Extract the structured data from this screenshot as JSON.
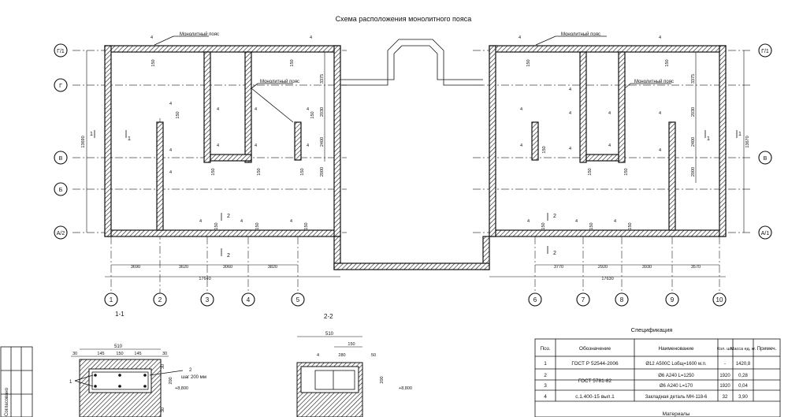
{
  "title": "Схема расположения монолитного пояса",
  "belt_label": "Монолитный пояс",
  "section_1_1": "1-1",
  "section_2_2": "2-2",
  "section_cut_1": "1",
  "section_cut_2": "2",
  "axes_rows_left": [
    "Г/1",
    "Г",
    "В",
    "Б",
    "А/2"
  ],
  "axes_rows_right": [
    "Г/1",
    "В",
    "А/1"
  ],
  "axes_cols_left": [
    "1",
    "2",
    "3",
    "4",
    "5"
  ],
  "axes_cols_right": [
    "6",
    "7",
    "8",
    "9",
    "10"
  ],
  "dims": {
    "left_spans": [
      "3690",
      "3620",
      "3060",
      "3820"
    ],
    "left_total": "17640",
    "right_spans": [
      "3770",
      "2920",
      "3930",
      "3570"
    ],
    "right_total": "17630",
    "left_height": "13690",
    "right_height": "13670",
    "v_3375": "3375",
    "v_2030": "2030",
    "v_2400": "2400",
    "v_2000": "2000",
    "w150": "150",
    "n4": "4",
    "sec_width": "510",
    "sec_parts": [
      "30",
      "145",
      "150",
      "145",
      "30"
    ],
    "sec_h200": "200",
    "sec_h30": "30",
    "sec_2": "2",
    "sec_step": "шаг 200 мм",
    "sec_1": "1",
    "sec_mark": "+8,800",
    "sec2_150": "150",
    "sec2_50": "50",
    "sec2_280": "280",
    "sec2_4": "4"
  },
  "spec": {
    "title": "Спецификация",
    "headers": [
      "Поз.",
      "Обозначение",
      "Наименование",
      "Кол. шт.",
      "Масса ед. кг.",
      "Примеч."
    ],
    "rows": [
      [
        "1",
        "ГОСТ Р 52544-2006",
        "Ø12 А500С   Lобщ=1600 м.п.",
        "-",
        "1420,8",
        ""
      ],
      [
        "2",
        "ГОСТ 5781-82",
        "Ø6 А240   L=1250",
        "1920",
        "0,28",
        ""
      ],
      [
        "3",
        "",
        "Ø6 А240   L=170",
        "1920",
        "0,04",
        ""
      ],
      [
        "4",
        "с.1.400-15 вып.1",
        "Закладная деталь МН-118-6",
        "32",
        "3,90",
        ""
      ]
    ],
    "footer": "Материалы"
  },
  "side_stamp": "Согласовано"
}
